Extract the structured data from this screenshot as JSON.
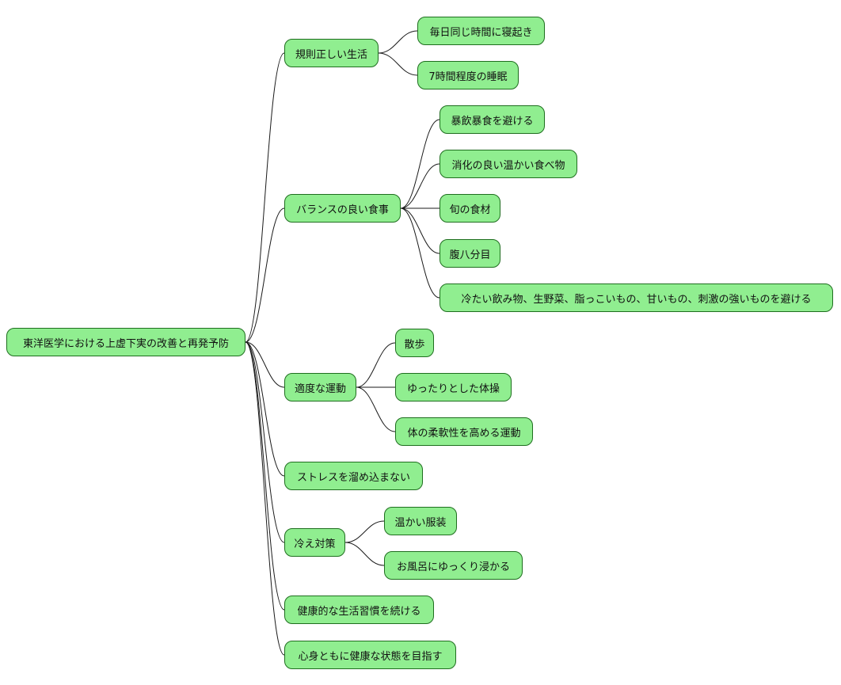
{
  "mindmap": {
    "root": "東洋医学における上虚下実の改善と再発予防",
    "branches": [
      {
        "label": "規則正しい生活",
        "children": [
          "毎日同じ時間に寝起き",
          "7時間程度の睡眠"
        ]
      },
      {
        "label": "バランスの良い食事",
        "children": [
          "暴飲暴食を避ける",
          "消化の良い温かい食べ物",
          "旬の食材",
          "腹八分目",
          "冷たい飲み物、生野菜、脂っこいもの、甘いもの、刺激の強いものを避ける"
        ]
      },
      {
        "label": "適度な運動",
        "children": [
          "散歩",
          "ゆったりとした体操",
          "体の柔軟性を高める運動"
        ]
      },
      {
        "label": "ストレスを溜め込まない",
        "children": []
      },
      {
        "label": "冷え対策",
        "children": [
          "温かい服装",
          "お風呂にゆっくり浸かる"
        ]
      },
      {
        "label": "健康的な生活習慣を続ける",
        "children": []
      },
      {
        "label": "心身ともに健康な状態を目指す",
        "children": []
      }
    ]
  },
  "colors": {
    "node_fill": "#90ee90",
    "node_border": "#1f6e1f",
    "edge": "#1a1a1a"
  }
}
